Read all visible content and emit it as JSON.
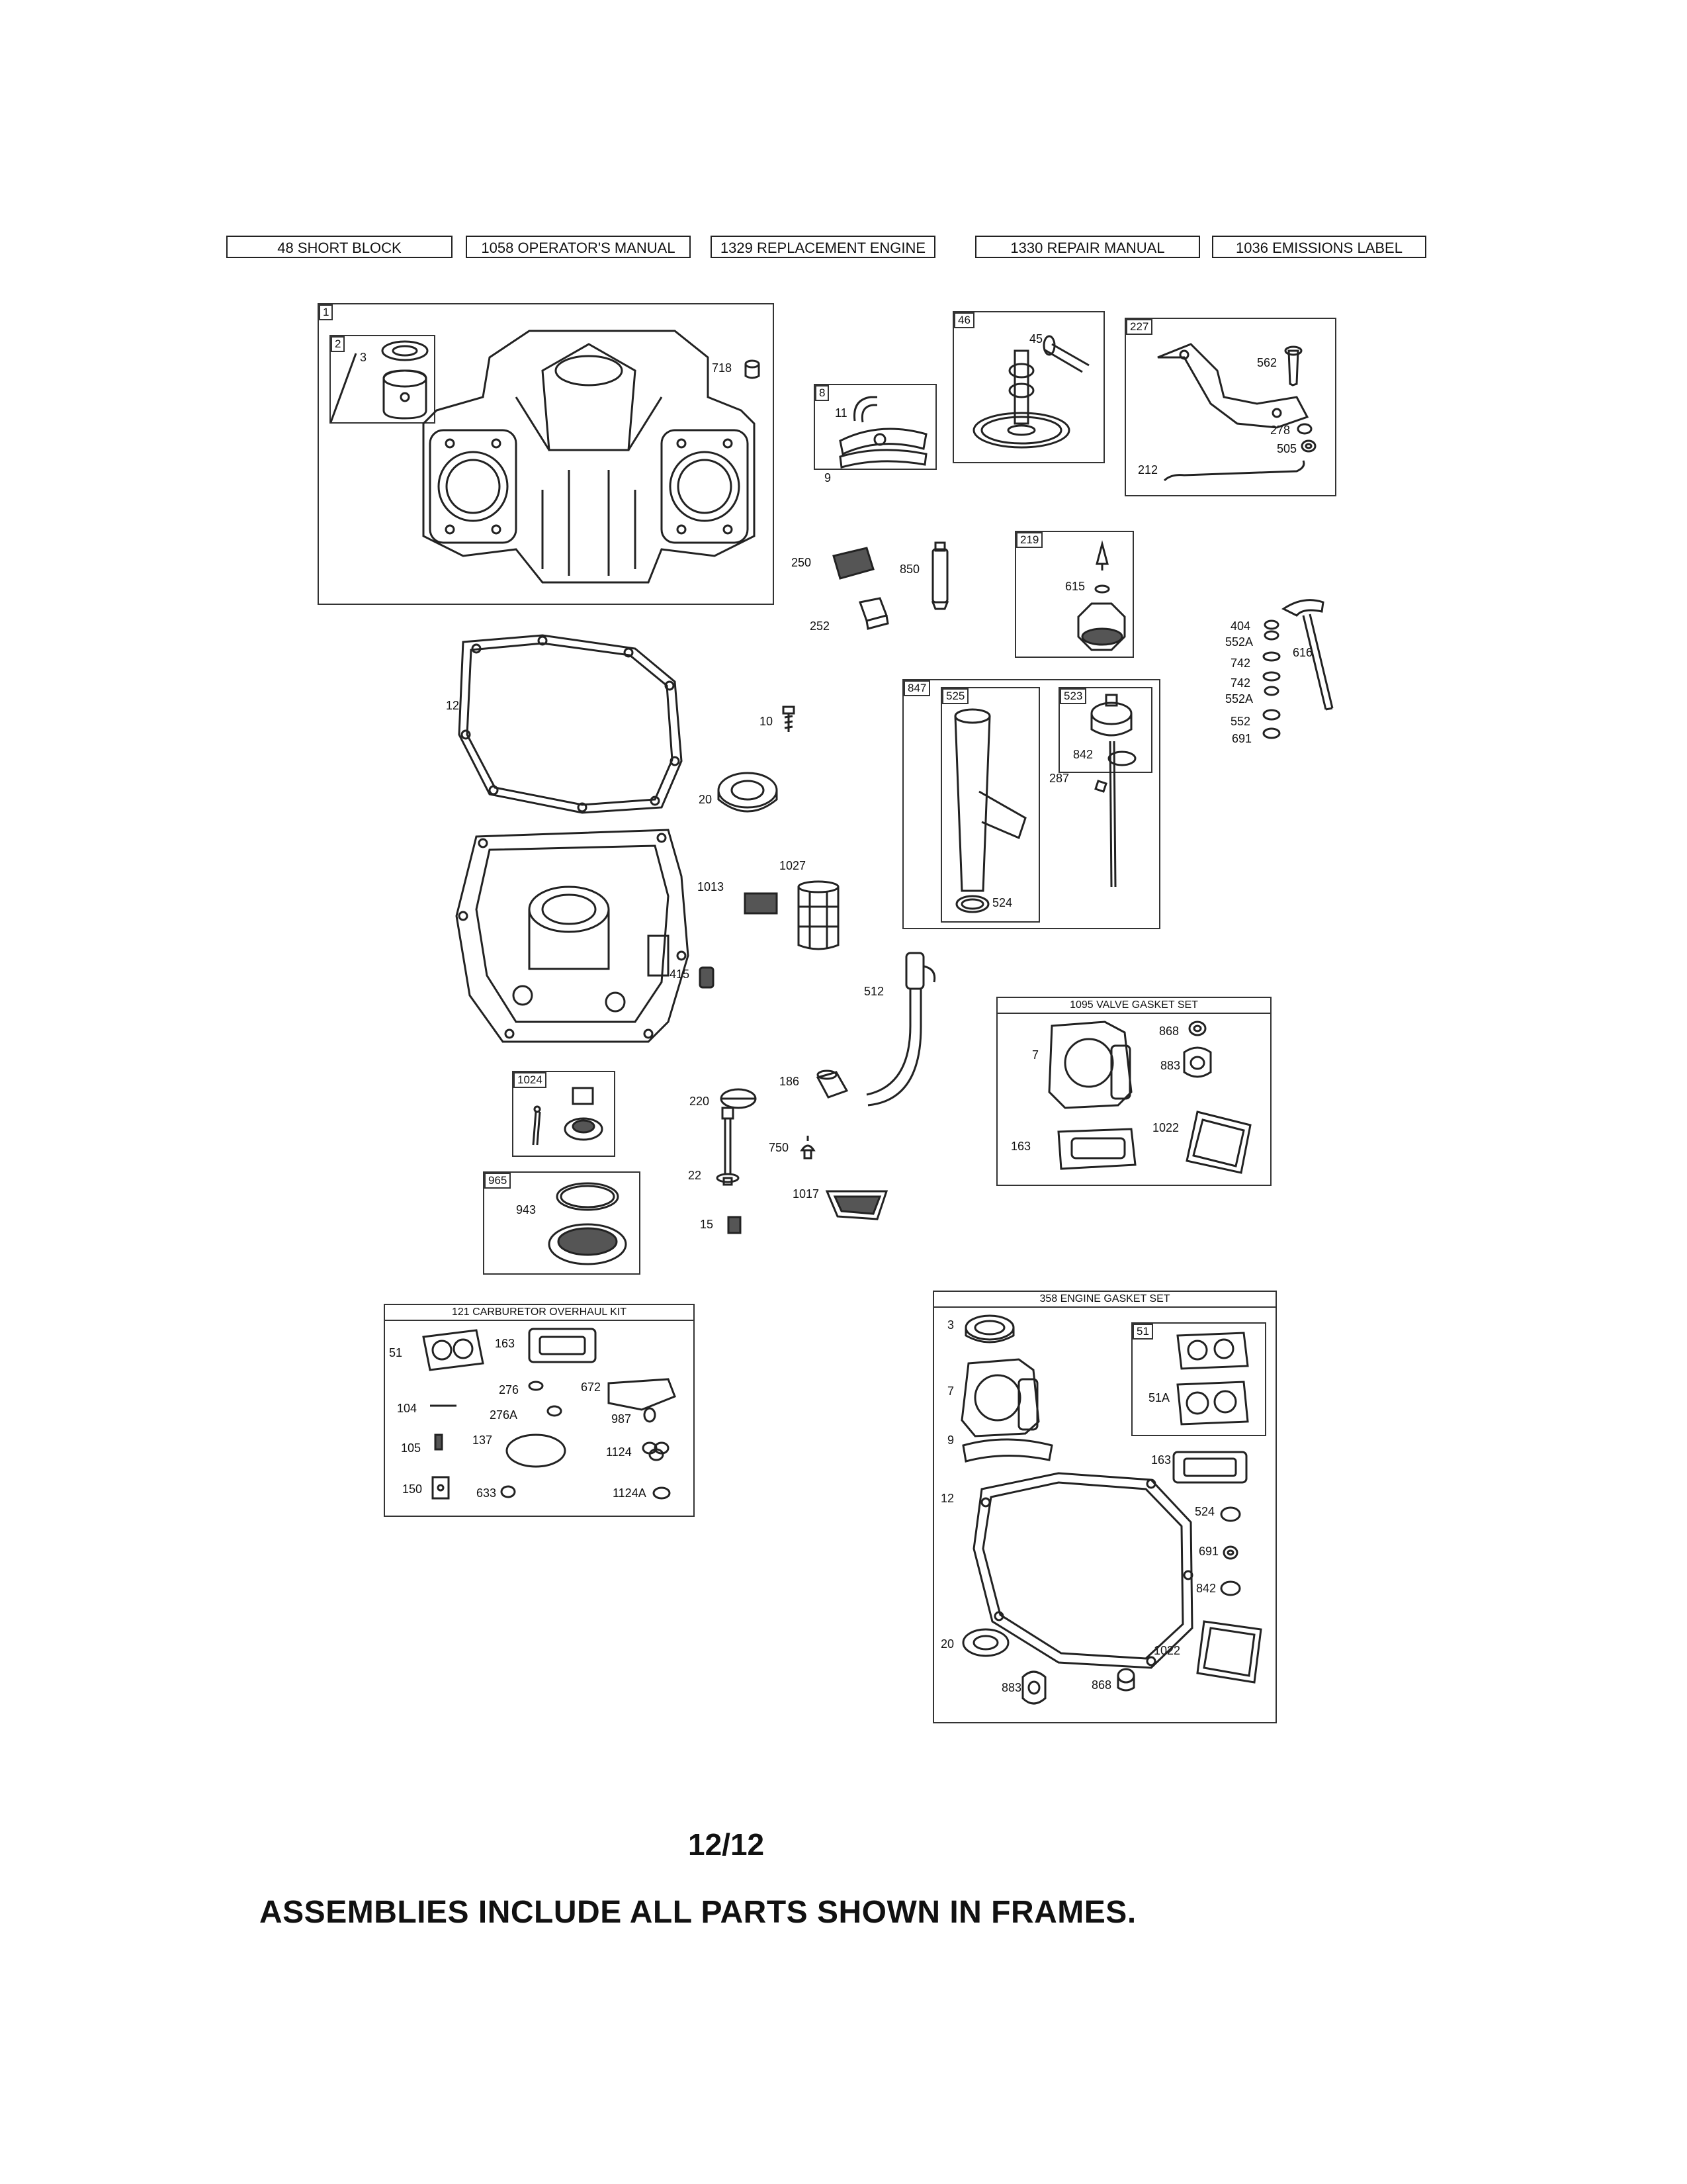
{
  "header": [
    "48 SHORT BLOCK",
    "1058 OPERATOR'S MANUAL",
    "1329 REPLACEMENT ENGINE",
    "1330 REPAIR MANUAL",
    "1036 EMISSIONS LABEL"
  ],
  "frames": {
    "f1": {
      "tag": "1"
    },
    "f2": {
      "tag": "2"
    },
    "f8": {
      "tag": "8"
    },
    "f46": {
      "tag": "46"
    },
    "f227": {
      "tag": "227"
    },
    "f219": {
      "tag": "219"
    },
    "f847": {
      "tag": "847"
    },
    "f525": {
      "tag": "525"
    },
    "f523": {
      "tag": "523"
    },
    "f1024": {
      "tag": "1024"
    },
    "f965": {
      "tag": "965"
    },
    "f1095": {
      "title": "1095 VALVE GASKET SET"
    },
    "f121": {
      "title": "121 CARBURETOR OVERHAUL KIT"
    },
    "f358": {
      "title": "358 ENGINE GASKET SET"
    },
    "f51": {
      "tag": "51"
    }
  },
  "labels": {
    "l3a": "3",
    "l718": "718",
    "l11": "11",
    "l9a": "9",
    "l45": "45",
    "l562": "562",
    "l278": "278",
    "l505": "505",
    "l212": "212",
    "l250": "250",
    "l850": "850",
    "l252": "252",
    "l615": "615",
    "l404": "404",
    "l552Aa": "552A",
    "l742a": "742",
    "l742b": "742",
    "l552Ab": "552A",
    "l552": "552",
    "l691a": "691",
    "l616": "616",
    "l12a": "12",
    "l10": "10",
    "l20a": "20",
    "l842a": "842",
    "l287": "287",
    "l524a": "524",
    "l1027": "1027",
    "l1013": "1013",
    "l415": "415",
    "l512": "512",
    "l868a": "868",
    "l7a": "7",
    "l883a": "883",
    "l1022a": "1022",
    "l163a": "163",
    "l186": "186",
    "l220": "220",
    "l750": "750",
    "l22": "22",
    "l1017": "1017",
    "l15": "15",
    "l943": "943",
    "l51a": "51",
    "l163b": "163",
    "l276": "276",
    "l672": "672",
    "l104": "104",
    "l276A": "276A",
    "l987": "987",
    "l105": "105",
    "l137": "137",
    "l1124": "1124",
    "l150": "150",
    "l633": "633",
    "l1124A": "1124A",
    "l3b": "3",
    "l7b": "7",
    "l51A": "51A",
    "l9b": "9",
    "l163c": "163",
    "l12b": "12",
    "l524b": "524",
    "l691b": "691",
    "l842b": "842",
    "l20b": "20",
    "l1022b": "1022",
    "l883b": "883",
    "l868b": "868"
  },
  "page_number": "12/12",
  "footer_note": "ASSEMBLIES INCLUDE ALL PARTS SHOWN IN FRAMES."
}
